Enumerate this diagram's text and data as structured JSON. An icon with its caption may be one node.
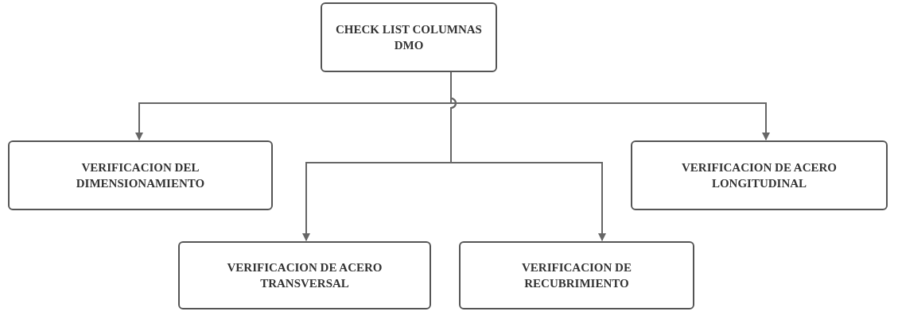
{
  "diagram": {
    "nodes": [
      {
        "text": [
          "CHECK LIST COLUMNAS DMO"
        ]
      },
      {
        "text": [
          "VERIFICACION DEL DIMENSIONAMIENTO"
        ]
      },
      {
        "text": [
          "VERIFICACION DE ACERO LONGITUDINAL"
        ]
      },
      {
        "text": [
          "VERIFICACION DE ACERO TRANSVERSAL"
        ]
      },
      {
        "text": [
          "VERIFICACION DE RECUBRIMIENTO"
        ]
      }
    ],
    "edges": [
      {
        "from": 0,
        "to": 1,
        "arrow": "to"
      },
      {
        "from": 0,
        "to": 2,
        "arrow": "to"
      },
      {
        "from": 0,
        "to": 3,
        "arrow": "to"
      },
      {
        "from": 0,
        "to": 4,
        "arrow": "to"
      }
    ]
  }
}
